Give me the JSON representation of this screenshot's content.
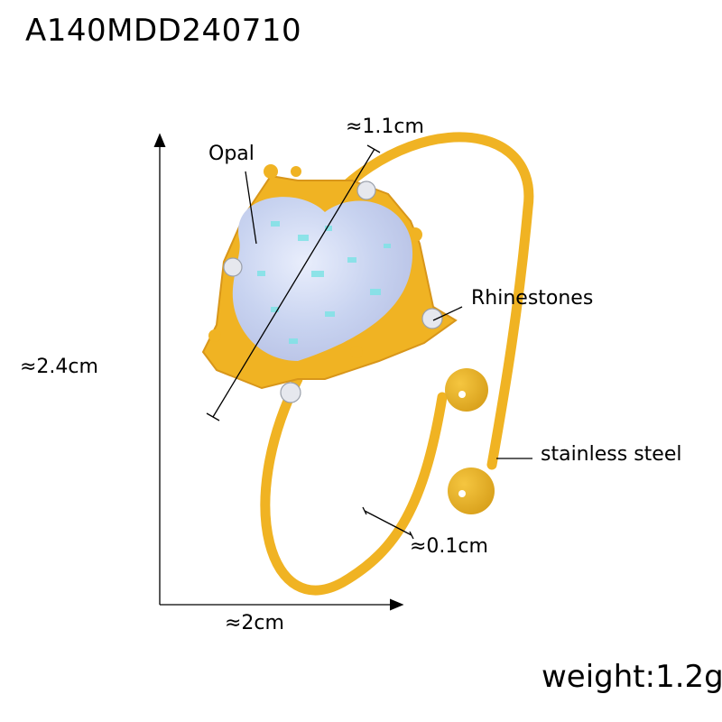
{
  "product": {
    "code": "A140MDD240710",
    "weight": "weight:1.2g"
  },
  "labels": {
    "stone": "Opal",
    "accent_stones": "Rhinestones",
    "material": "stainless steel"
  },
  "dimensions": {
    "stone_diagonal": "≈1.1cm",
    "height": "≈2.4cm",
    "width": "≈2cm",
    "band_thickness": "≈0.1cm"
  },
  "colors": {
    "gold": "#F0B323",
    "gold_dark": "#D8961A",
    "opal": "#C9D6F2",
    "opal_fleck": "#7FE3E6",
    "rhinestone": "#E6E8EE",
    "text": "#000000"
  }
}
